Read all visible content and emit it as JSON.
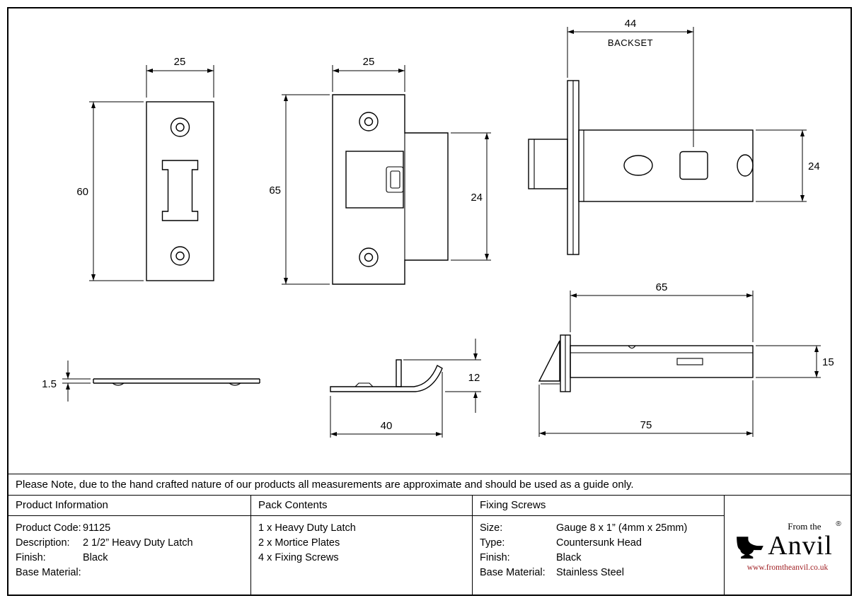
{
  "note": "Please Note, due to the hand crafted nature of our products all measurements are approximate and should be used as a guide only.",
  "table": {
    "product_information": {
      "header": "Product Information",
      "rows": [
        {
          "label": "Product Code:",
          "value": "91125"
        },
        {
          "label": "Description:",
          "value": "2 1/2” Heavy Duty Latch"
        },
        {
          "label": "Finish:",
          "value": "Black"
        },
        {
          "label": "Base Material:",
          "value": ""
        }
      ]
    },
    "pack_contents": {
      "header": "Pack Contents",
      "items": [
        "1 x Heavy Duty Latch",
        "2 x Mortice Plates",
        "4 x Fixing Screws"
      ]
    },
    "fixing_screws": {
      "header": "Fixing Screws",
      "rows": [
        {
          "label": "Size:",
          "value": "Gauge 8 x 1” (4mm x 25mm)"
        },
        {
          "label": "Type:",
          "value": "Countersunk Head"
        },
        {
          "label": "Finish:",
          "value": "Black"
        },
        {
          "label": "Base Material:",
          "value": "Stainless Steel"
        }
      ]
    }
  },
  "brand": {
    "tagline": "From the",
    "name": "Anvil",
    "registered": "®",
    "url": "www.fromtheanvil.co.uk",
    "url_color": "#9e1b1f"
  },
  "drawings": {
    "faceplate_front": {
      "width": "25",
      "height": "60"
    },
    "strikeplate_front": {
      "width": "25",
      "height": "65",
      "tab_height": "24"
    },
    "latch_top": {
      "backset": "44",
      "backset_label": "BACKSET",
      "height": "24"
    },
    "faceplate_edge": {
      "thickness": "1.5"
    },
    "strikeplate_edge": {
      "height": "12",
      "width": "40"
    },
    "latch_side": {
      "body_length": "65",
      "height": "15",
      "total_length": "75"
    }
  }
}
